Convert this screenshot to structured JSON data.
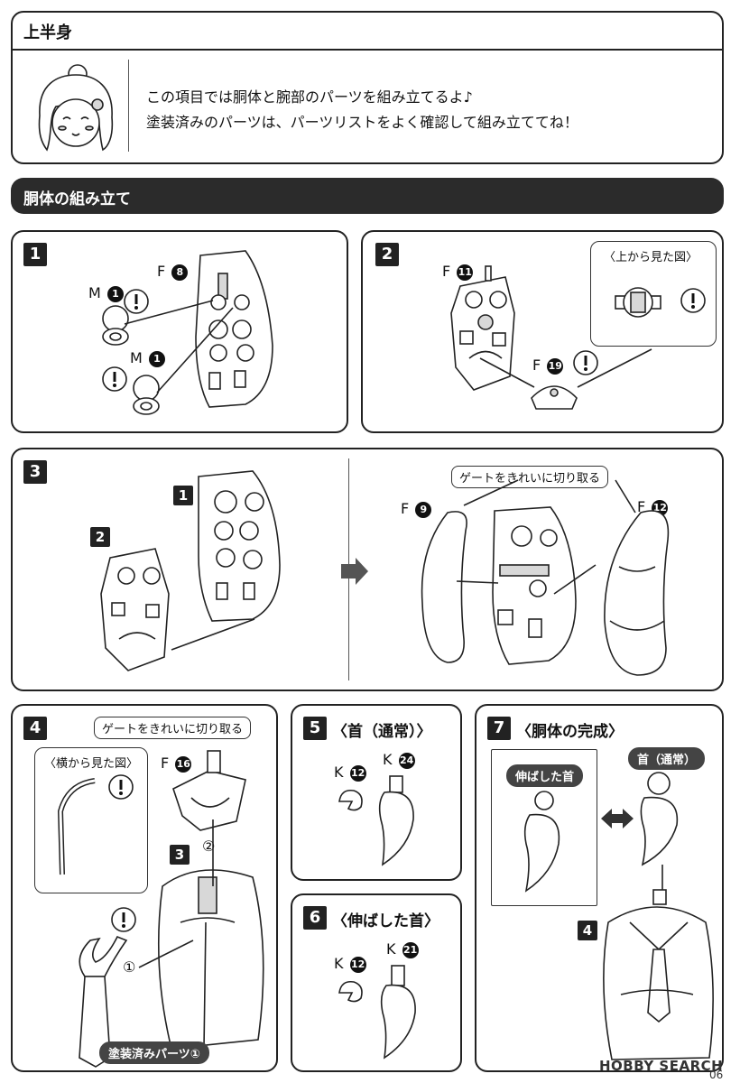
{
  "intro": {
    "heading": "上半身",
    "line1": "この項目では胴体と腕部のパーツを組み立てるよ♪",
    "line2": "塗装済みのパーツは、パーツリストをよく確認して組み立ててね！"
  },
  "section": {
    "title": "胴体の組み立て"
  },
  "steps": {
    "s1": {
      "num": "1",
      "label_F": "F",
      "num_F": "8",
      "label_M1": "M",
      "num_M1": "1",
      "label_M2": "M",
      "num_M2": "1"
    },
    "s2": {
      "num": "2",
      "label_F1": "F",
      "num_F1": "11",
      "label_F2": "F",
      "num_F2": "19",
      "view_top": "〈上から見た図〉"
    },
    "s3": {
      "num": "3",
      "sub1": "1",
      "sub2": "2",
      "label_F1": "F",
      "num_F1": "9",
      "label_F2": "F",
      "num_F2": "12",
      "gate": "ゲートをきれいに切り取る"
    },
    "s4": {
      "num": "4",
      "gate": "ゲートをきれいに切り取る",
      "view_side": "〈横から見た図〉",
      "label_F": "F",
      "num_F": "16",
      "sub3": "3",
      "mark1": "①",
      "mark2": "②",
      "painted": "塗装済みパーツ①"
    },
    "s5": {
      "num": "5",
      "title": "〈首（通常）〉",
      "label_K1": "K",
      "num_K1": "12",
      "label_K2": "K",
      "num_K2": "24"
    },
    "s6": {
      "num": "6",
      "title": "〈伸ばした首〉",
      "label_K1": "K",
      "num_K1": "12",
      "label_K2": "K",
      "num_K2": "21"
    },
    "s7": {
      "num": "7",
      "title": "〈胴体の完成〉",
      "neck_ext": "伸ばした首",
      "neck_norm": "首（通常）",
      "sub4": "4"
    }
  },
  "footer": {
    "watermark": "HOBBY SEARCH",
    "page": "06"
  },
  "icons": [
    "warning-icon",
    "arrow-right-icon",
    "double-arrow-icon",
    "character-avatar-icon"
  ]
}
